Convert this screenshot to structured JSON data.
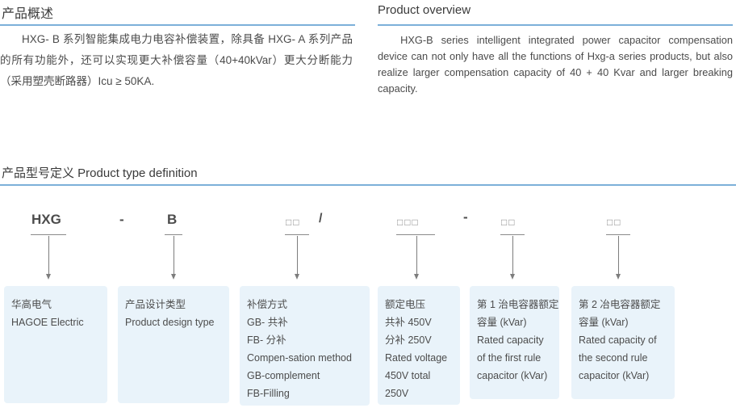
{
  "theme": {
    "accent_line": "#7cb0d9",
    "legend_box_bg": "#e9f3fa",
    "heading_text": "#3a3a3a",
    "body_text": "#4b4b4b",
    "diagram_gray": "#8a8a8a"
  },
  "overview_cn": {
    "title": "产品概述",
    "body": "HXG- B 系列智能集成电力电容补偿装置，除具备 HXG- A 系列产品的所有功能外，还可以实现更大补偿容量（40+40kVar）更大分断能力（采用塑壳断路器）Icu ≥ 50KA."
  },
  "overview_en": {
    "title": "Product overview",
    "body": "HXG-B series intelligent integrated power capacitor compensation device can not only have all the functions of Hxg-a series products, but also realize larger compensation capacity of 40 + 40 Kvar and larger breaking capacity."
  },
  "type_definition": {
    "title": "产品型号定义 Product type definition",
    "segments": [
      {
        "id": "manufacturer-code",
        "text": "HXG"
      },
      {
        "id": "dash-1",
        "text": "-"
      },
      {
        "id": "design-type-code",
        "text": "B"
      },
      {
        "id": "compensation-method-boxes",
        "text": "□□"
      },
      {
        "id": "slash",
        "text": "/"
      },
      {
        "id": "rated-voltage-boxes",
        "text": "□□□"
      },
      {
        "id": "dash-2",
        "text": "-"
      },
      {
        "id": "capacitor1-boxes",
        "text": "□□"
      },
      {
        "id": "capacitor2-boxes",
        "text": "□□"
      }
    ],
    "legend": [
      {
        "lines": [
          "华高电气",
          "HAGOE Electric"
        ]
      },
      {
        "lines": [
          "产品设计类型",
          "Product design type"
        ]
      },
      {
        "lines": [
          "补偿方式",
          "GB- 共补",
          "FB- 分补",
          "Compen-sation method",
          "GB-complement",
          "FB-Filling"
        ]
      },
      {
        "lines": [
          "额定电压",
          "共补 450V",
          "分补 250V",
          "Rated voltage",
          "450V total",
          "250V"
        ]
      },
      {
        "lines": [
          "第 1 治电容器额定",
          "容量 (kVar)",
          "Rated capacity",
          "of the first rule",
          "capacitor (kVar)"
        ]
      },
      {
        "lines": [
          "第 2 冶电容器额定",
          "容量 (kVar)",
          "Rated capacity of",
          "the second rule",
          "capacitor (kVar)"
        ]
      }
    ]
  }
}
